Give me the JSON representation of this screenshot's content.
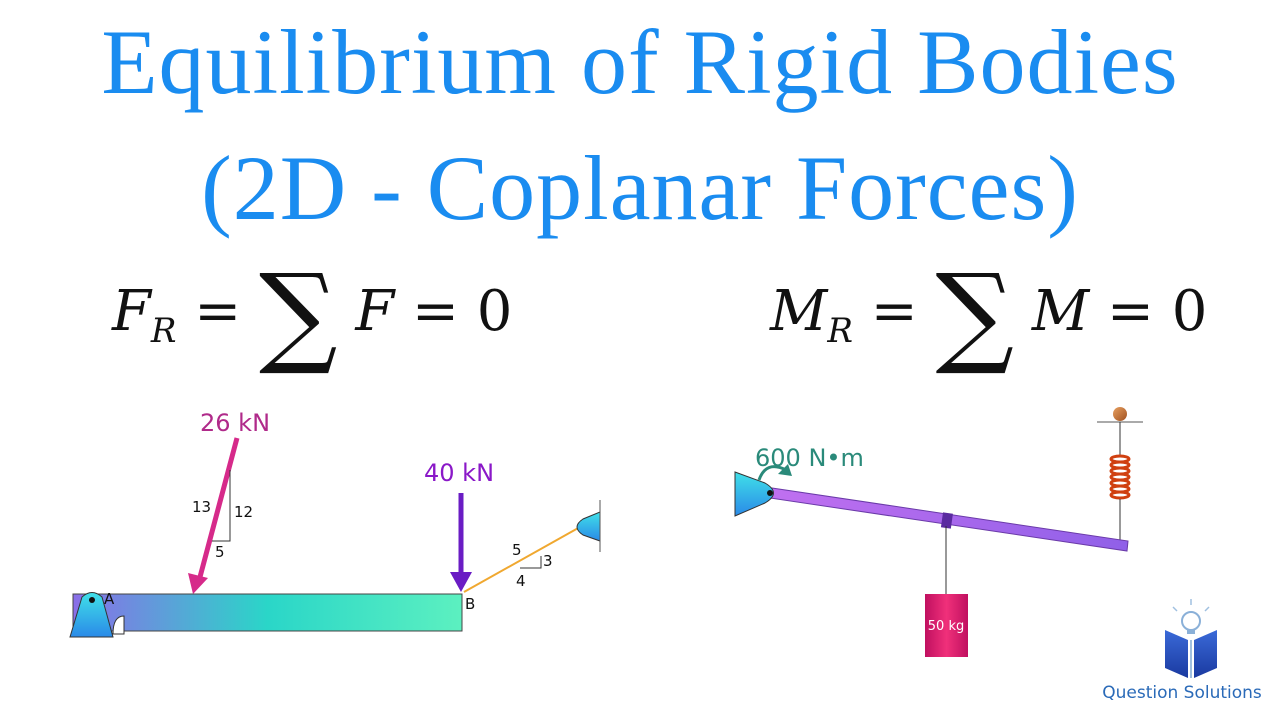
{
  "title": {
    "line1": "Equilibrium of Rigid Bodies",
    "line2": "(2D - Coplanar Forces)"
  },
  "equations": {
    "force": {
      "lhs": "F",
      "sub": "R",
      "mid": "= ",
      "sum": "∑",
      "var": "F",
      "rhs": " = 0"
    },
    "moment": {
      "lhs": "M",
      "sub": "R",
      "mid": "= ",
      "sum": "∑",
      "var": "M",
      "rhs": " = 0"
    }
  },
  "diagram_left": {
    "force_1": "26 kN",
    "force_2": "40 kN",
    "triangle_1": {
      "hyp": "13",
      "vertical": "12",
      "base": "5"
    },
    "triangle_2": {
      "hyp": "5",
      "vertical": "3",
      "base": "4"
    },
    "point_a": "A",
    "point_b": "B"
  },
  "diagram_right": {
    "moment": "600 N•m",
    "mass": "50 kg"
  },
  "logo": {
    "text": "Question Solutions"
  },
  "colors": {
    "title": "#1a8cf0",
    "force_1": "#d62a8a",
    "force_2": "#6a1cc4",
    "cable": "#f0a830",
    "moment": "#2a8a7a",
    "mass": "#e0206a",
    "spring": "#d04010",
    "logo_text": "#2a6ab8"
  }
}
